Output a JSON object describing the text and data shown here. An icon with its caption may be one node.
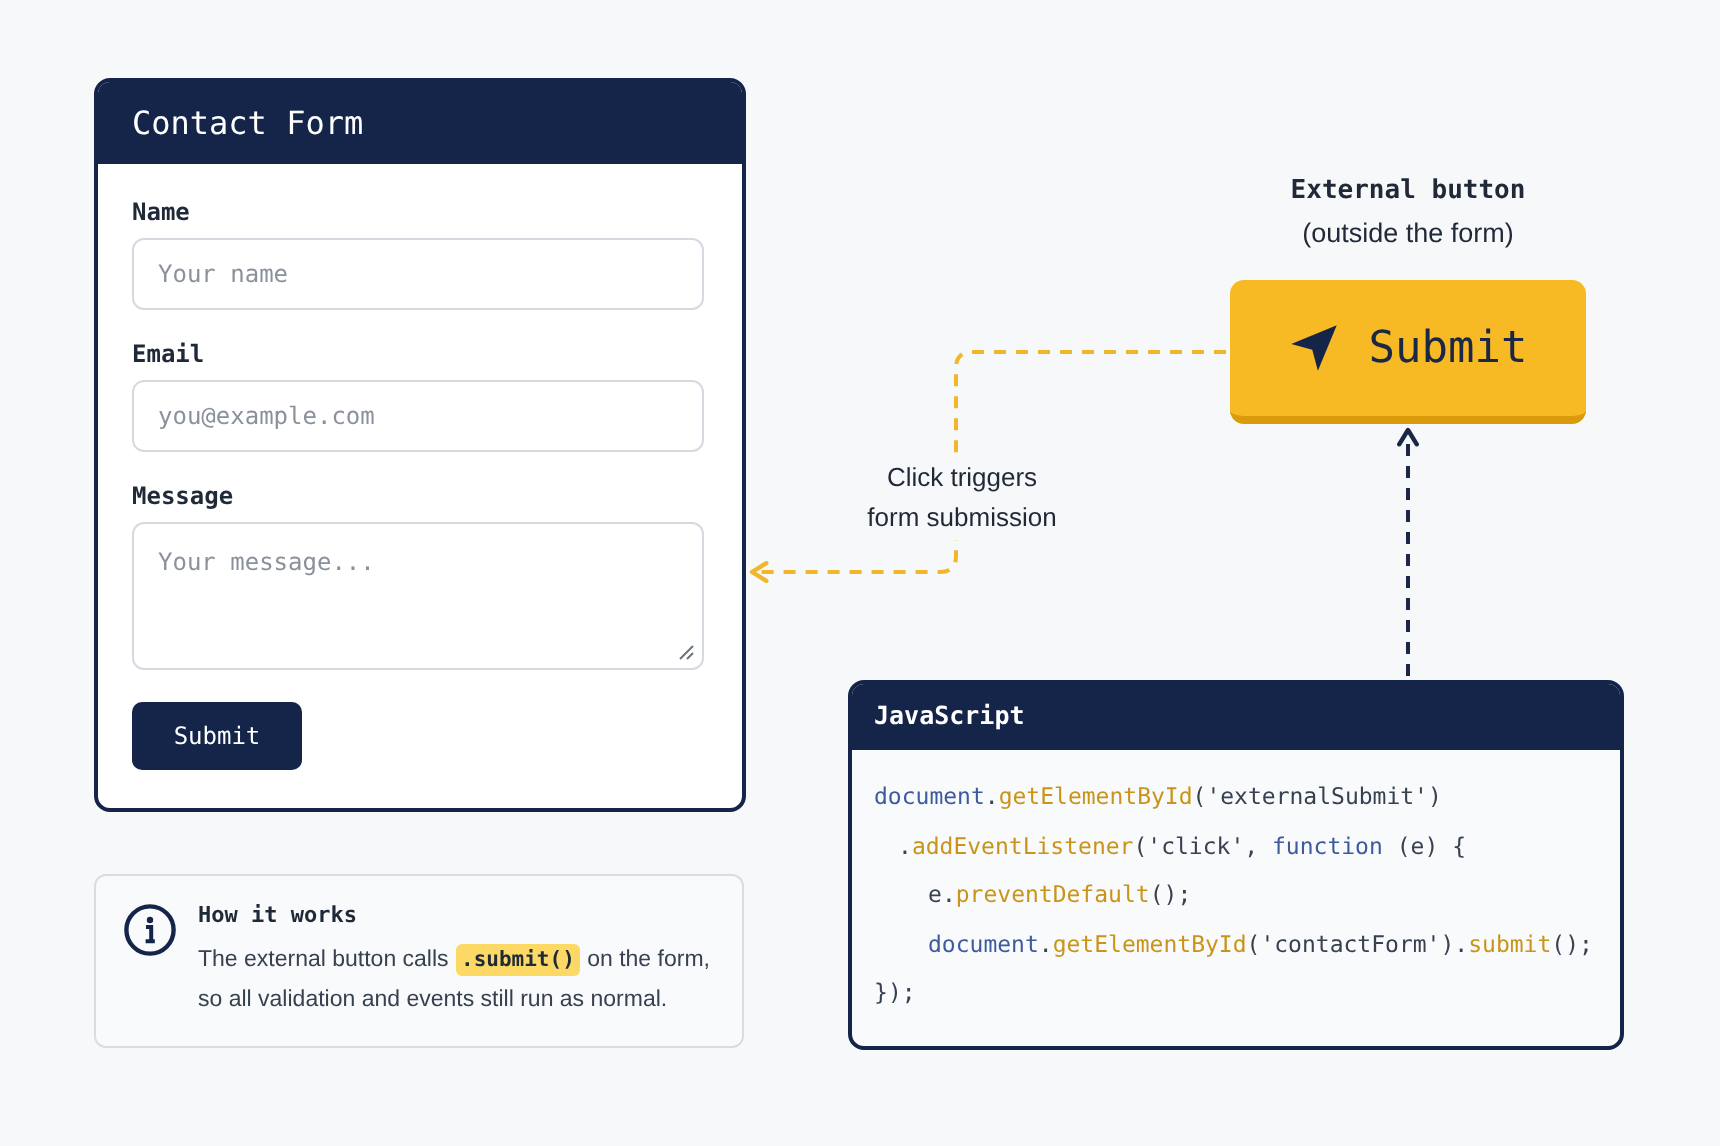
{
  "diagram": {
    "nodes": [
      {
        "text": [
          "Contact Form"
        ]
      },
      {
        "text": [
          "Name",
          "Your name"
        ],
        "in": 0
      },
      {
        "text": [
          "Email",
          "you@example.com"
        ],
        "in": 0
      },
      {
        "text": [
          "Message",
          "Your message..."
        ],
        "in": 0
      },
      {
        "text": [
          "Submit"
        ],
        "in": 0
      },
      {
        "text": [
          "External button",
          "(outside the form)",
          "Submit"
        ]
      },
      {
        "text": [
          "JavaScript",
          "document.getElementById('externalSubmit')",
          ".addEventListener('click', function (e) {",
          "e.preventDefault();",
          "document.getElementById('contactForm').submit();",
          "});"
        ]
      },
      {
        "text": [
          "How it works",
          "The external button calls **.submit()** on the form, so all validation and events still run as normal."
        ]
      }
    ],
    "edges": [
      {
        "from": 5,
        "to": 0,
        "arrow": "to",
        "label": "Click triggers form submission",
        "style": "dashed",
        "color": "#f2b62a"
      },
      {
        "from": 6,
        "to": 5,
        "arrow": "to",
        "style": "dashed",
        "color": "#1b2845"
      }
    ]
  }
}
